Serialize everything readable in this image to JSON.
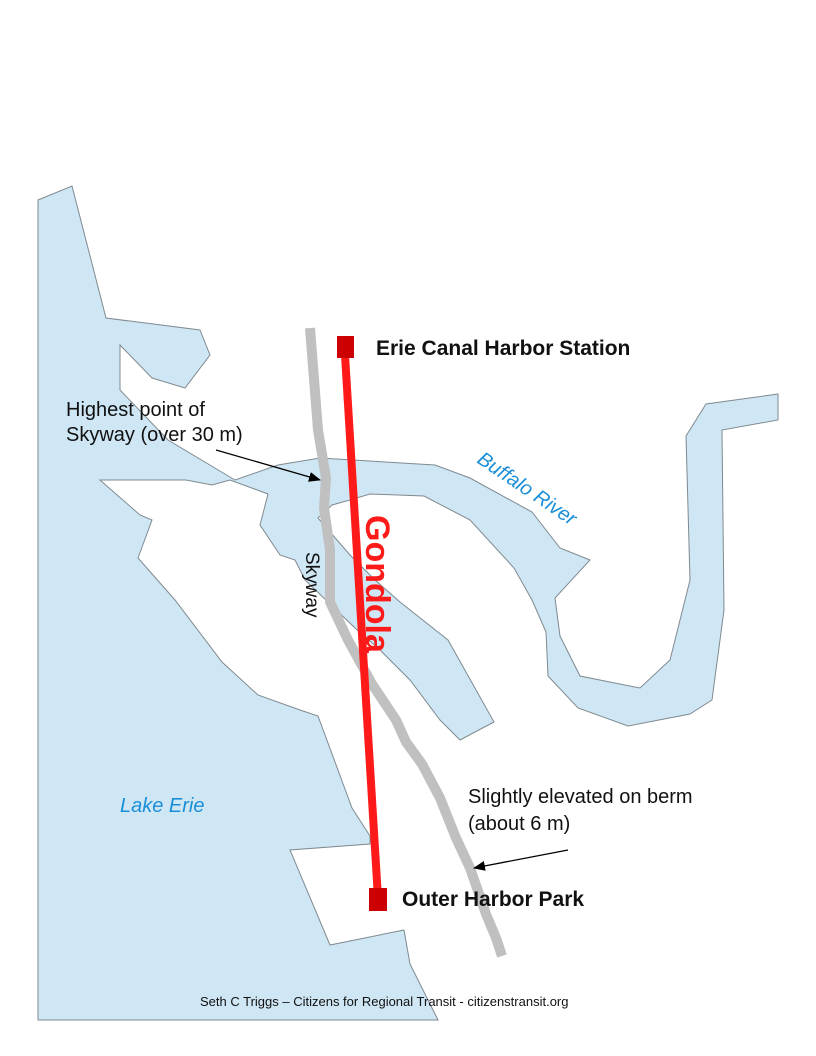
{
  "map": {
    "stations": {
      "north": "Erie Canal Harbor Station",
      "south": "Outer Harbor Park"
    },
    "route_label": "Gondola",
    "road_label": "Skyway",
    "water": {
      "river": "Buffalo River",
      "lake": "Lake Erie"
    },
    "annotations": {
      "highest_line1": "Highest point of",
      "highest_line2": "Skyway (over 30 m)",
      "berm_line1": "Slightly elevated on berm",
      "berm_line2": "(about 6 m)"
    },
    "credit": "Seth C Triggs – Citizens for Regional Transit -  citizenstransit.org"
  },
  "colors": {
    "water": "#cfe6f4",
    "shore": "#7f8a90",
    "gondola": "#ff1a1a",
    "station": "#cc0000",
    "road": "#c0c0c0",
    "water_label": "#1a8fd8"
  }
}
